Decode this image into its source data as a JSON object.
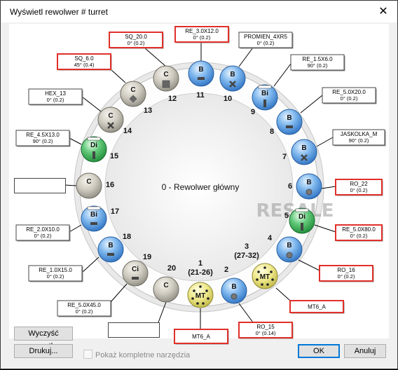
{
  "window": {
    "title": "Wyświetl rewolwer # turret",
    "close_glyph": "✕"
  },
  "center_label": "0 - Rewolwer główny",
  "watermark": "RESALE",
  "positions": [
    {
      "num": "1",
      "num2": "(21-26)"
    },
    {
      "num": "2"
    },
    {
      "num": "3",
      "num2": "(27-32)"
    },
    {
      "num": "4"
    },
    {
      "num": "5"
    },
    {
      "num": "6"
    },
    {
      "num": "7"
    },
    {
      "num": "8"
    },
    {
      "num": "9"
    },
    {
      "num": "10"
    },
    {
      "num": "11"
    },
    {
      "num": "12"
    },
    {
      "num": "13"
    },
    {
      "num": "14"
    },
    {
      "num": "15"
    },
    {
      "num": "16"
    },
    {
      "num": "17"
    },
    {
      "num": "18"
    },
    {
      "num": "19"
    },
    {
      "num": "20"
    }
  ],
  "tools": [
    {
      "pos": 1,
      "type": "MT",
      "kind": "mt"
    },
    {
      "pos": 2,
      "type": "B",
      "kind": "blue",
      "sym": "circle"
    },
    {
      "pos": 3,
      "type": "MT",
      "kind": "mt"
    },
    {
      "pos": 4,
      "type": "B",
      "kind": "blue",
      "sym": "circle"
    },
    {
      "pos": 5,
      "type": "Di",
      "kind": "green",
      "sym": "bar"
    },
    {
      "pos": 6,
      "type": "B",
      "kind": "blue",
      "sym": "circle"
    },
    {
      "pos": 7,
      "type": "B",
      "kind": "blue",
      "sym": "cross"
    },
    {
      "pos": 8,
      "type": "B",
      "kind": "blue",
      "sym": "rect"
    },
    {
      "pos": 9,
      "type": "Bi",
      "kind": "blue",
      "sym": "bar"
    },
    {
      "pos": 10,
      "type": "B",
      "kind": "blue",
      "sym": "cross"
    },
    {
      "pos": 11,
      "type": "B",
      "kind": "blue",
      "sym": "rect"
    },
    {
      "pos": 12,
      "type": "C",
      "kind": "gray",
      "sym": "square"
    },
    {
      "pos": 13,
      "type": "C",
      "kind": "gray",
      "sym": "diamond"
    },
    {
      "pos": 14,
      "type": "C",
      "kind": "gray",
      "sym": "cross"
    },
    {
      "pos": 15,
      "type": "Di",
      "kind": "green",
      "sym": "bar"
    },
    {
      "pos": 16,
      "type": "C",
      "kind": "gray",
      "sym": ""
    },
    {
      "pos": 17,
      "type": "Bi",
      "kind": "blue",
      "sym": "rect"
    },
    {
      "pos": 18,
      "type": "B",
      "kind": "blue",
      "sym": "rect"
    },
    {
      "pos": 19,
      "type": "Ci",
      "kind": "gray",
      "sym": "rect"
    },
    {
      "pos": 20,
      "type": "C",
      "kind": "gray",
      "sym": ""
    }
  ],
  "labels": [
    {
      "pos": 1,
      "line1": "MT6_A",
      "line2": "",
      "red": true
    },
    {
      "pos": 2,
      "line1": "RO_15",
      "line2": "0° (0.14)",
      "red": true
    },
    {
      "pos": 3,
      "line1": "MT6_A",
      "line2": "",
      "red": true
    },
    {
      "pos": 4,
      "line1": "RO_16",
      "line2": "0° (0.2)",
      "red": true
    },
    {
      "pos": 5,
      "line1": "RE_5.0X80.0",
      "line2": "0° (0.2)",
      "red": true
    },
    {
      "pos": 6,
      "line1": "RO_22",
      "line2": "0° (0.2)",
      "red": true
    },
    {
      "pos": 7,
      "line1": "JASKOLKA_M",
      "line2": "90° (0.2)",
      "red": false
    },
    {
      "pos": 8,
      "line1": "RE_5.0X20.0",
      "line2": "0° (0.2)",
      "red": false
    },
    {
      "pos": 9,
      "line1": "RE_1.5X6.0",
      "line2": "90° (0.2)",
      "red": false
    },
    {
      "pos": 10,
      "line1": "PROMIEN_4XR5",
      "line2": "0° (0.2)",
      "red": false
    },
    {
      "pos": 11,
      "line1": "RE_3.0X12.0",
      "line2": "0° (0.2)",
      "red": true
    },
    {
      "pos": 12,
      "line1": "SQ_20.0",
      "line2": "0° (0.2)",
      "red": true
    },
    {
      "pos": 13,
      "line1": "SQ_6.0",
      "line2": "45° (0.4)",
      "red": true
    },
    {
      "pos": 14,
      "line1": "HEX_13",
      "line2": "0° (0.2)",
      "red": false
    },
    {
      "pos": 15,
      "line1": "RE_4.5X13.0",
      "line2": "90° (0.2)",
      "red": false
    },
    {
      "pos": 17,
      "line1": "RE_2.0X10.0",
      "line2": "0° (0.2)",
      "red": false
    },
    {
      "pos": 18,
      "line1": "RE_1.0X15.0",
      "line2": "0° (0.2)",
      "red": false
    },
    {
      "pos": 19,
      "line1": "RE_5.0X45.0",
      "line2": "0° (0.2)",
      "red": false
    }
  ],
  "buttons": {
    "clear_all": "Wyczyść wszystko",
    "print": "Drukuj...",
    "ok": "OK",
    "cancel": "Anuluj"
  },
  "checkbox": {
    "label": "Pokaż kompletne narzędzia",
    "checked": false,
    "enabled": false
  },
  "colors": {
    "red_border": "#e0302a",
    "blue_tool": "#3b8fe0",
    "green_tool": "#2aa84a",
    "gray_tool": "#b8b4a8",
    "mt_tool": "#e9e37a"
  }
}
